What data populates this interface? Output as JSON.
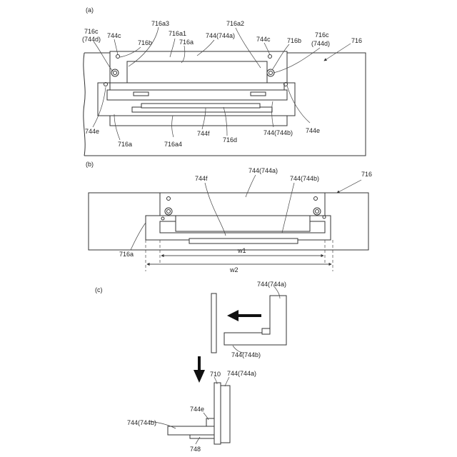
{
  "panels": {
    "a": "(a)",
    "b": "(b)",
    "c": "(c)"
  },
  "labels_a": {
    "l_716c_left": "716c",
    "l_744d_left": "(744d)",
    "l_744c_left": "744c",
    "l_716b_left": "716b",
    "l_716a3": "716a3",
    "l_716a1": "716a1",
    "l_716a_top": "716a",
    "l_744_744a": "744(744a)",
    "l_716a2": "716a2",
    "l_744c_right": "744c",
    "l_716b_right": "716b",
    "l_716c_right": "716c",
    "l_744d_right": "(744d)",
    "l_716": "716",
    "l_744e_left": "744e",
    "l_716a_bottom": "716a",
    "l_716a4": "716a4",
    "l_744f": "744f",
    "l_716d": "716d",
    "l_744_744b": "744(744b)",
    "l_744e_right": "744e"
  },
  "labels_b": {
    "l_744f": "744f",
    "l_744_744a": "744(744a)",
    "l_744_744b": "744(744b)",
    "l_716": "716",
    "l_716a": "716a",
    "l_w1": "w1",
    "l_w2": "w2"
  },
  "labels_c": {
    "l_744_744a_top": "744(744a)",
    "l_744_744b_top": "744(744b)",
    "l_710": "710",
    "l_744_744a_bottom": "744(744a)",
    "l_744e": "744e",
    "l_744_744b_bottom": "744(744b)",
    "l_748": "748"
  }
}
